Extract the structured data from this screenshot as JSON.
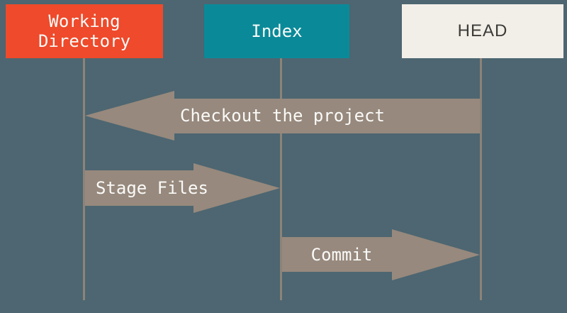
{
  "columns": [
    {
      "id": "working-directory",
      "label": "Working Directory",
      "color": "#EE4A2B",
      "text_color": "#FAFAF8"
    },
    {
      "id": "index",
      "label": "Index",
      "color": "#0A8A99",
      "text_color": "#FAFAF8"
    },
    {
      "id": "head",
      "label": "HEAD",
      "color": "#F2EFE9",
      "text_color": "#3C3B37"
    }
  ],
  "arrows": [
    {
      "label": "Checkout the project",
      "from": "head",
      "to": "working-directory",
      "direction": "left"
    },
    {
      "label": "Stage Files",
      "from": "working-directory",
      "to": "index",
      "direction": "right"
    },
    {
      "label": "Commit",
      "from": "index",
      "to": "head",
      "direction": "right"
    }
  ],
  "colors": {
    "background": "#4D6671",
    "arrow": "#97897D",
    "line": "#8D8378",
    "box-working-directory": "#EE4A2B",
    "box-index": "#0A8A99",
    "box-head": "#F2EFE9",
    "box-text-light": "#FAFAF8",
    "box-text-dark": "#3C3B37"
  }
}
